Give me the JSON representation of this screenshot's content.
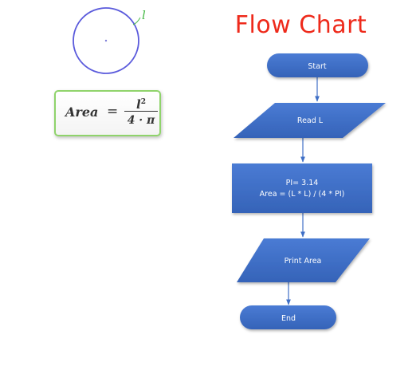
{
  "circle": {
    "label": "l"
  },
  "formula": {
    "lhs": "Area",
    "equals": "=",
    "numerator": "l",
    "numerator_exp": "2",
    "denominator": "4 · π"
  },
  "title": "Flow Chart",
  "flowchart": {
    "start": "Start",
    "input": "Read L",
    "process_line1": "PI= 3.14",
    "process_line2": "Area = (L * L)  / (4 * PI)",
    "output": "Print Area",
    "end": "End"
  },
  "colors": {
    "title": "#ee2a1b",
    "shape_fill": "#3f6fc6",
    "circle_stroke": "#5b5bdc",
    "circle_label": "#46b946",
    "formula_border": "#8fd36b"
  }
}
